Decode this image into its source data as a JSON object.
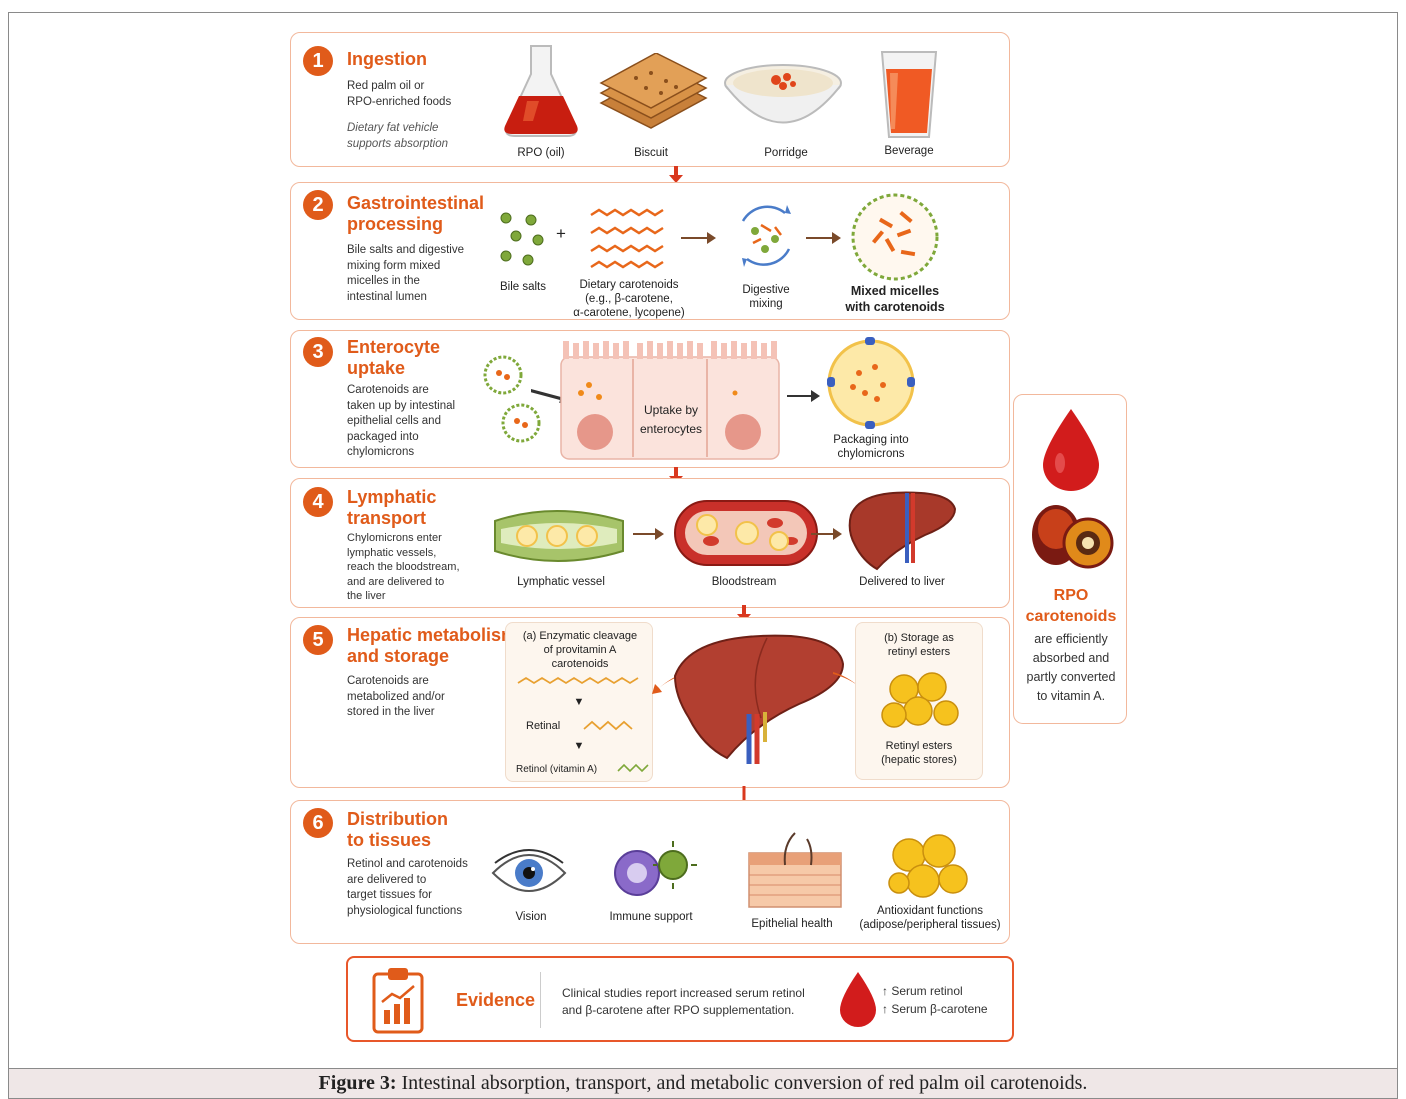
{
  "steps": [
    {
      "num": "1",
      "title": "Ingestion",
      "desc": "Red palm oil or\nRPO-enriched foods",
      "note": "Dietary fat vehicle\nsupports absorption",
      "items": [
        "RPO (oil)",
        "Biscuit",
        "Porridge",
        "Beverage"
      ]
    },
    {
      "num": "2",
      "title": "Gastrointestinal\nprocessing",
      "desc": "Bile salts and digestive\nmixing form mixed\nmicelles in the\nintestinal lumen",
      "items": [
        "Bile salts",
        "Dietary carotenoids\n(e.g., β-carotene,\nα-carotene, lycopene)",
        "Digestive\nmixing",
        "Mixed micelles\nwith carotenoids"
      ],
      "plus": "+"
    },
    {
      "num": "3",
      "title": "Enterocyte\nuptake",
      "desc": "Carotenoids are\ntaken up by intestinal\nepithelial cells and\npackaged into\nchylomicrons",
      "items": [
        "Uptake by\nenterocytes",
        "Packaging into\nchylomicrons"
      ]
    },
    {
      "num": "4",
      "title": "Lymphatic\ntransport",
      "desc": "Chylomicrons enter\nlymphatic vessels,\nreach the bloodstream,\nand are delivered to\nthe liver",
      "items": [
        "Lymphatic vessel",
        "Bloodstream",
        "Delivered to liver"
      ]
    },
    {
      "num": "5",
      "title": "Hepatic metabolism\nand storage",
      "desc": "Carotenoids are\nmetabolized and/or\nstored in the liver",
      "a_title": "(a) Enzymatic cleavage\nof provitamin A\ncarotenoids",
      "retinal": "Retinal",
      "retinol": "Retinol (vitamin A)",
      "b_title": "(b) Storage as\nretinyl esters",
      "b_caption": "Retinyl esters\n(hepatic stores)"
    },
    {
      "num": "6",
      "title": "Distribution\nto tissues",
      "desc": "Retinol and carotenoids\nare delivered to\ntarget tissues for\nphysiological functions",
      "items": [
        "Vision",
        "Immune support",
        "Epithelial health",
        "Antioxidant functions\n(adipose/peripheral tissues)"
      ]
    }
  ],
  "side": {
    "title": "RPO\ncarotenoids",
    "text": "are efficiently\nabsorbed and\npartly converted\nto vitamin A."
  },
  "evidence": {
    "label": "Evidence",
    "text": "Clinical studies report increased serum retinol\nand β-carotene after RPO supplementation.",
    "up1": "↑ Serum retinol",
    "up2": "↑ Serum β-carotene"
  },
  "caption": {
    "bold": "Figure 3:",
    "text": " Intestinal absorption, transport, and metabolic conversion of red palm oil carotenoids."
  },
  "colors": {
    "accent": "#e05b1a",
    "panel_border": "#f2b89c",
    "arrow": "#d9381e"
  }
}
